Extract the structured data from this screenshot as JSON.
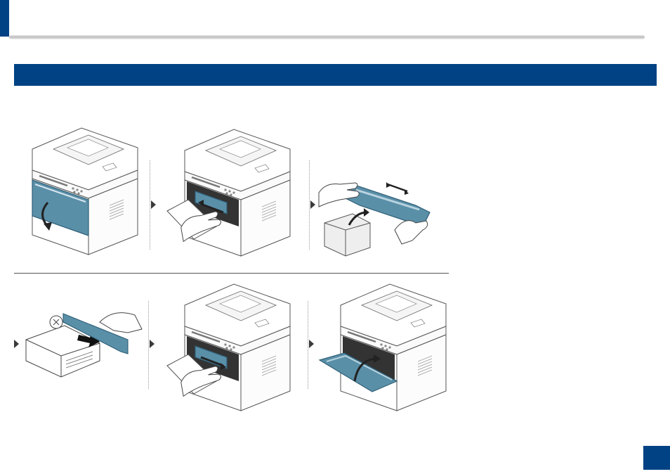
{
  "colors": {
    "brand": "#004283",
    "toner_blue": "#5a8fa8",
    "toner_blue_light": "#b8d3df"
  },
  "header": {
    "section_title": "",
    "page_number": ""
  },
  "steps": [
    {
      "id": 1,
      "icon": "printer-open-front-door-icon"
    },
    {
      "id": 2,
      "icon": "remove-toner-cartridge-icon"
    },
    {
      "id": 3,
      "icon": "shake-new-cartridge-icon"
    },
    {
      "id": 4,
      "icon": "remove-protective-strip-icon"
    },
    {
      "id": 5,
      "icon": "insert-toner-cartridge-icon"
    },
    {
      "id": 6,
      "icon": "close-front-door-icon"
    }
  ]
}
